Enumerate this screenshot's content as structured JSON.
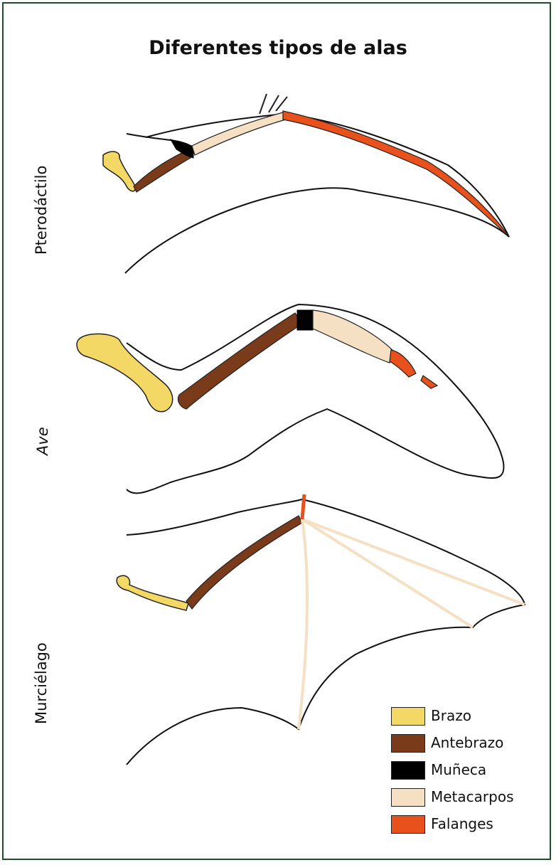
{
  "title": "Diferentes tipos de alas",
  "wings": [
    {
      "label": "Pterodáctilo"
    },
    {
      "label": "Ave"
    },
    {
      "label": "Murciélago"
    }
  ],
  "legend": [
    {
      "label": "Brazo",
      "color": "#f3d865"
    },
    {
      "label": "Antebrazo",
      "color": "#7a3b1a"
    },
    {
      "label": "Muñeca",
      "color": "#000000"
    },
    {
      "label": "Metacarpos",
      "color": "#f5e0c4"
    },
    {
      "label": "Falanges",
      "color": "#e8501c"
    }
  ]
}
